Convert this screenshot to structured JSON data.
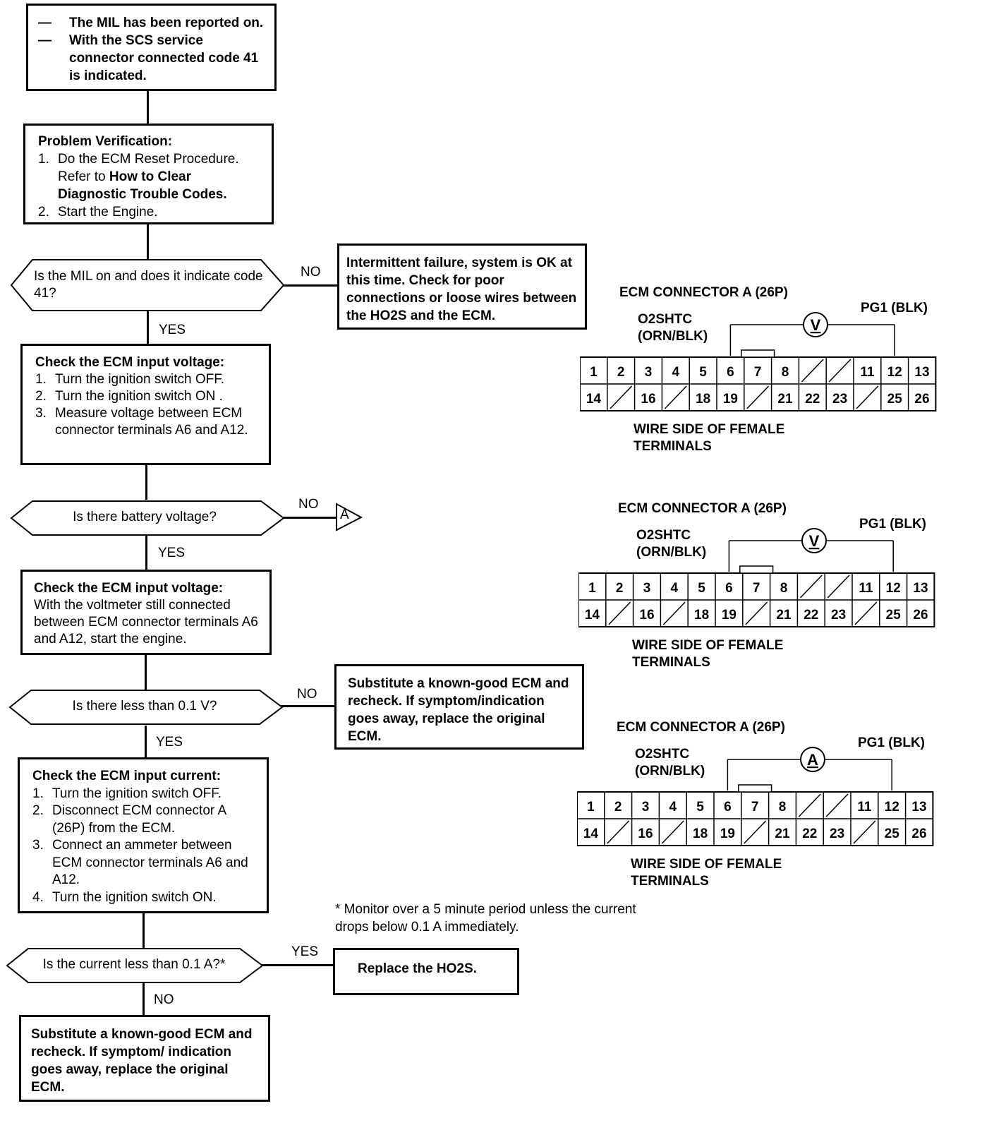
{
  "box_start": {
    "lines": [
      "The MIL has been reported on.",
      "With the SCS service connector connected code 41 is indicated."
    ]
  },
  "box_verify": {
    "title": "Problem Verification:",
    "steps": [
      {
        "n": "1.",
        "pre": "Do the ECM Reset Procedure. Refer to ",
        "bold": "How to Clear Diagnostic Trouble Codes."
      },
      {
        "n": "2.",
        "pre": "Start the Engine.",
        "bold": ""
      }
    ]
  },
  "dec1": {
    "text": "Is the MIL on and does it indicate code 41?",
    "no": "NO",
    "yes": "YES"
  },
  "box_intermittent": {
    "text": "Intermittent failure, system is OK at this time. Check for poor connections or loose wires between the HO2S and the ECM."
  },
  "box_check1": {
    "title": "Check the ECM input voltage:",
    "steps": [
      {
        "n": "1.",
        "text": "Turn the ignition switch OFF."
      },
      {
        "n": "2.",
        "text": "Turn the ignition switch ON ."
      },
      {
        "n": "3.",
        "text": "Measure voltage between ECM connector terminals A6 and A12."
      }
    ]
  },
  "dec2": {
    "text": "Is there battery voltage?",
    "no": "NO",
    "yes": "YES",
    "goto": "A"
  },
  "box_check2": {
    "title": "Check the ECM input voltage:",
    "text": "With the voltmeter still connected between ECM connector terminals A6 and A12, start the engine."
  },
  "dec3": {
    "text": "Is there less than 0.1 V?",
    "no": "NO",
    "yes": "YES"
  },
  "box_substitute1": {
    "text": "Substitute a known-good ECM and recheck. If symptom/indication goes away, replace the original ECM."
  },
  "box_check3": {
    "title": "Check the ECM input current:",
    "steps": [
      {
        "n": "1.",
        "text": "Turn the ignition switch OFF."
      },
      {
        "n": "2.",
        "text": "Disconnect ECM connector A (26P) from the ECM."
      },
      {
        "n": "3.",
        "text": "Connect an ammeter between ECM connector terminals A6 and A12."
      },
      {
        "n": "4.",
        "text": "Turn the ignition switch ON."
      }
    ]
  },
  "dec4": {
    "text": "Is the current less than 0.1 A?*",
    "yes": "YES",
    "no": "NO"
  },
  "box_replace": {
    "text": "Replace the HO2S."
  },
  "box_substitute2": {
    "text": "Substitute a known-good ECM and recheck. If symptom/ indication goes away, replace the original ECM."
  },
  "footnote": {
    "text": "* Monitor over a 5 minute period unless the current drops below 0.1 A immediately."
  },
  "connector": {
    "title": "ECM CONNECTOR A (26P)",
    "pin_left": "O2SHTC",
    "pin_left_color": "(ORN/BLK)",
    "pin_right": "PG1 (BLK)",
    "footer_1": "WIRE SIDE OF FEMALE",
    "footer_2": "TERMINALS",
    "row1": [
      "1",
      "2",
      "3",
      "4",
      "5",
      "6",
      "7",
      "8",
      "",
      "",
      "11",
      "12",
      "13"
    ],
    "row2": [
      "14",
      "",
      "16",
      "",
      "18",
      "19",
      "",
      "21",
      "22",
      "23",
      "",
      "25",
      "26"
    ],
    "meters": [
      "V",
      "V",
      "A"
    ]
  }
}
